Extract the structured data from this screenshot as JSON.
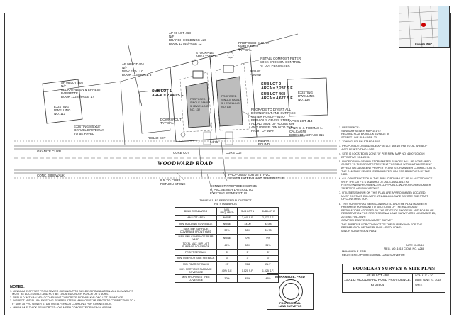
{
  "road": {
    "name": "WOODWARD ROAD"
  },
  "plan_labels": {
    "lot_left": "AP 98 LOT 404\nN/F\nNEW ERA LLC\nBOOK 1332/PAGE 3",
    "lot_far_left": "AP 98 LOT 405\nN/F\nALL KATHLEEN & ERNEST\nBARRETTE\nBOOK 13224/PAGE 17",
    "lot_top": "AP 98 LOT 468\nN/F\nBRANCH HOLDINGS LLC\nBOOK 13744/PAGE 12",
    "lot_right": "AP 9-5 LOT 413\nN/F\nLYNN C. & THOMAS L.\nCALCAGNI\nBOOK 13142/PAGE 315",
    "sub_lot_1": "SUB LOT 1\nAREA = 2,440 S.F.",
    "sub_lot_2": "SUB LOT 2\nAREA = 2,237 S.F.",
    "sub_lot_468": "SUB LOT 468\nAREA = 4,677 S.F.",
    "existing_dwelling_left": "EXISTING\nDWELLING\nNO. 111",
    "existing_dwelling_right": "EXISTING\nDWELLING\nNO. 136",
    "proposed_left": "PROPOSED\nSINGLE FAMILY\n3H DWELLING\nNO. 132",
    "proposed_right": "PROPOSED\nSINGLE FAMILY\n3H DWELLING\nNO. 130",
    "stockpile": "STOCKPILE\nAREA TYPICAL",
    "sugar_maple": "PROPOSED SUGAR\nMAPLE TREE\nTYPICAL",
    "compost_filter": "INSTALL COMPOST FILTER\nSOCK EROSION CONTROL\nAT LOT PERIMETER",
    "rebar_found_top": "REBAR\nFOUND",
    "downspout": "DOWNSPOUT\nTYPICAL",
    "gravel_driveway": "EXISTING 8.5'x18'\nGRAVEL DRIVEWAY\nTO BE PAVED",
    "rebar_set": "REBAR SET",
    "regrade": "REGRADE TO DIVERT ALL\nDOWNSPOUT AND SURFACE\nWATER RUNOFF INTO\nPERVIOUS GRASS STRIP\nALONG SIDE OF HOUSE\nAND OVERFLOW INTO THE\nRIGHT OF WAY",
    "rebar_found_right": "REBAR\nFOUND",
    "granite_curb": "GRANITE CURB",
    "conc_sidewalk": "CONC. SIDEWALK",
    "curb_cut_left": "CURB CUT",
    "curb_cut_right": "CURB CUT",
    "lot_width": "54.76'",
    "connect_sdr_water": "PROPOSED SDR 35 6\" PVC\nSEWER LATERAL AND SEWER STUB",
    "connect_sdr": "CONNECT PROPOSED SDR 35\n6\" PVC SEWER LATERAL TO\nEXISTING SEWER STUB",
    "curb_return": "8.5' TO CURB\nRETURN STONE"
  },
  "zoning_table": {
    "title": "TABLE 4-1: R3 RESIDENTIAL DISTRICT\nR4: STANDARDS",
    "header": [
      "BULK STANDARDS",
      "MIN. REQUIRED",
      "SUB LOT 1",
      "SUB LOT 2"
    ],
    "rows": [
      [
        "MIN. LOT AREA",
        "NONE",
        "2,440 S.F.",
        "2,237 S.F."
      ],
      [
        "MIN. BUILDING COVERAGE",
        "NONE",
        "44.00",
        "42.88"
      ],
      [
        "MAX. IMP. SURFACE COVERAGE FRONT YARD",
        "30%",
        "28%",
        "26.78"
      ],
      [
        "MAX. IMP. COVERAGE REAR YARD",
        "NONE",
        "0%",
        "0%"
      ],
      [
        "TOTAL MAX. IMP. LOT SURFACE COVERAGE",
        "45%",
        "30%",
        "34%"
      ],
      [
        "FRONT SETBACK",
        "5'",
        "5'",
        "5'"
      ],
      [
        "MIN. INTERIOR SIDE SETBACK",
        "3'",
        "3'",
        "3'"
      ],
      [
        "MIN. REAR SETBACK",
        "20'",
        "23.8'",
        "21.7'"
      ],
      [
        "MIN. PERVIOUS SURFACE COVERAGE",
        "40% S.F.",
        "1,020 S.F.",
        "1,025 S.F."
      ],
      [
        "MIN. PROPOSED TREE COVERAGE",
        "30%",
        "45%",
        "45%"
      ]
    ]
  },
  "notes_right": [
    "1. REFERENCE:\n   SANITARY SEWER MAP 151/72\n   RECORD PLAT BK (BOOK 93/PAGE 8)\n   STREET LINE PLAN 95/B-23",
    "2. ZONING: R3, RH STANDARDS",
    "3. PROPOSED TO SUBDIVIDE AP 98 LOT 468 WITH A TOTAL AREA OF\n   4,677 SF INTO TWO LOTS.",
    "4. SITE IS LOCATED IN ZONE \"X\" PER FIRM MAP NO. 44007C0304H\n   EFFECTIVE 10-2-2015.",
    "5. ROOF DRAINAGE AND STORMWATER RUNOFF WILL BE CONTAINED\n   ONSITE TO THE GREATEST EXTENT POSSIBLE WITHOUT ADVERSELY\n   AFFECTING ADJACENT PROPERTY. ANY STORMWATER CONNECTION TO\n   THE SANITARY SEWER IS PROHIBITED, UNLESS APPROVED BY THE\n   NBC.",
    "6. ALL CONSTRUCTION IN THE PUBLIC ROW MUST BE IN ACCORDANCE\n   WITH THE CITY'S STANDARD DETAILS AVAILABLE AT\n   HTTPS://WWW.PROVIDENCERI.GOV/PUBLIC-WORKS/FORMS/ UNDER\n   \"REPORTS + PUBLICATIONS\".",
    "7. UTILITIES SHOWN ON THIS PLAN ARE APPROXIMATE) LOCATED.\n   MUST CONTACT DIG-SAFE AT 1-888-DIG-SAFE BEFORE THE START\n   OF CONSTRUCTION.",
    "8. THIS SURVEY HAS BEEN CONDUCTED AND THE PLAN HAS BEEN\n   PREPARED PURSUANT TO SECTION 5 OF THE RULES AND\n   REGULATIONS ADOPTED BY THE STATE OF RHODE ISLAND BOARD OF\n   REGISTRATION FOR PROFESSIONAL LAND SURVEYORS NOVEMBER 25,\n   2015 AS FOLLOWS:\n   COMPREHENSIVE BOUNDARY SURVEY",
    "   THE PURPOSE FOR CONDUCT OF THE SURVEY AND FOR THE\n   PREPARATION OF THIS PLAN IS AS FOLLOWS:\n   MINOR SUBDIVISION PLAN"
  ],
  "notes_bottom": {
    "heading": "NOTES:",
    "items": [
      "1. MINIMUM 5' OFFSET FROM SEWER CLEANOUT TO BUILDING FOUNDATION. ALL CLEANOUTS",
      "   MUST BE ACCESSIBLE AND NOT BE LOCATED UNDER PORCH OR STAIRS.",
      "2. REBUILD WITH AN \"ADA\" COMPLIANT CONCRETE SIDEWALK ALONG LOT FRONTAGE.",
      "3. INSPECT AND FLUSH EXISTING SEWER LATERAL AND/ OR STUB PRIOR TO CONNECTION TO A",
      "   6\" SDR 35 PVC SEWER STUB. USE A FERNCO COUPLING FOR CONNECTION.",
      "4. MINIMUM 8\" THICK REINFORCED 4000 MESH CONCRETE DRIVEWAY APRON."
    ]
  },
  "signature": {
    "date": "DATE  01-03-19",
    "name": "MOHAMED E. FREU\nREGISTERED PROFESSIONAL LAND SURVEYOR",
    "reg": "REG. NO. 1018 C.O.A. NO. A263"
  },
  "stamp": {
    "name": "MOHAMED E. FREU",
    "title": "PROFESSIONAL\nLAND SURVEYOR"
  },
  "title_block": {
    "title": "BOUNDARY SURVEY & SITE PLAN",
    "line1": "AP 98 LOT 468",
    "line2": "130-132 WOODWARD ROAD PROVIDENCE, RI 02904",
    "scale": "SCALE   1\" = 20'",
    "date": "DATE   JUNE 23, 2018",
    "sheet": "SHEET"
  },
  "locus_map": {
    "label": "LOCUS MAP"
  }
}
